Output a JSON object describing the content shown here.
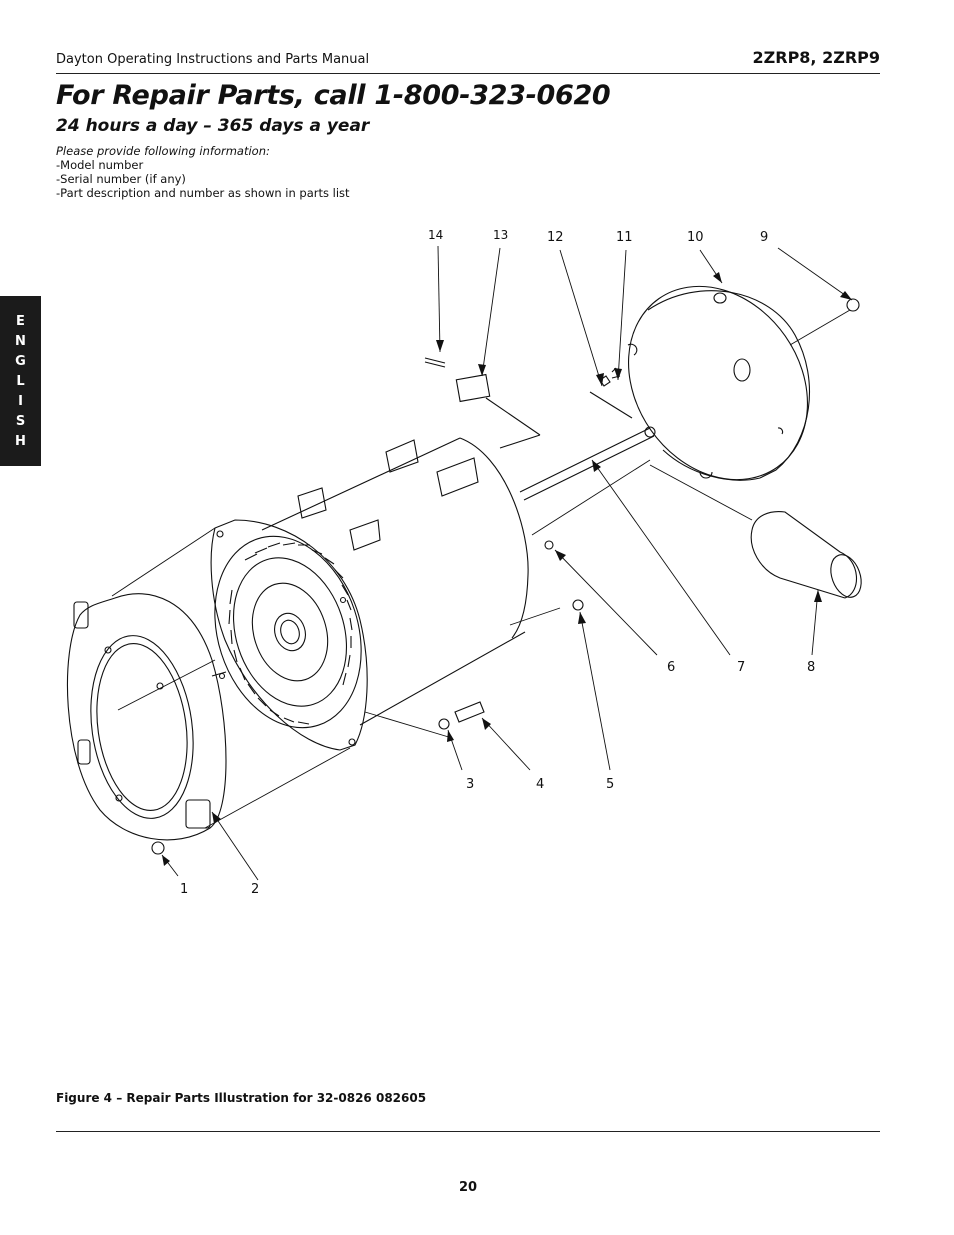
{
  "header": {
    "manual_title": "Dayton Operating Instructions and Parts Manual",
    "models": "2ZRP8, 2ZRP9"
  },
  "title": "For Repair Parts, call 1-800-323-0620",
  "subtitle": "24 hours a day – 365 days a year",
  "info": {
    "lead": "Please provide following information:",
    "items": [
      "-Model number",
      "-Serial number (if any)",
      "-Part description and number as shown in parts list"
    ]
  },
  "language_tab": [
    "E",
    "N",
    "G",
    "L",
    "I",
    "S",
    "H"
  ],
  "callouts": [
    "1",
    "2",
    "3",
    "4",
    "5",
    "6",
    "7",
    "8",
    "9",
    "10",
    "11",
    "12",
    "13",
    "14"
  ],
  "figure_caption": "Figure 4 – Repair Parts Illustration for 32-0826 082605",
  "page_number": "20"
}
